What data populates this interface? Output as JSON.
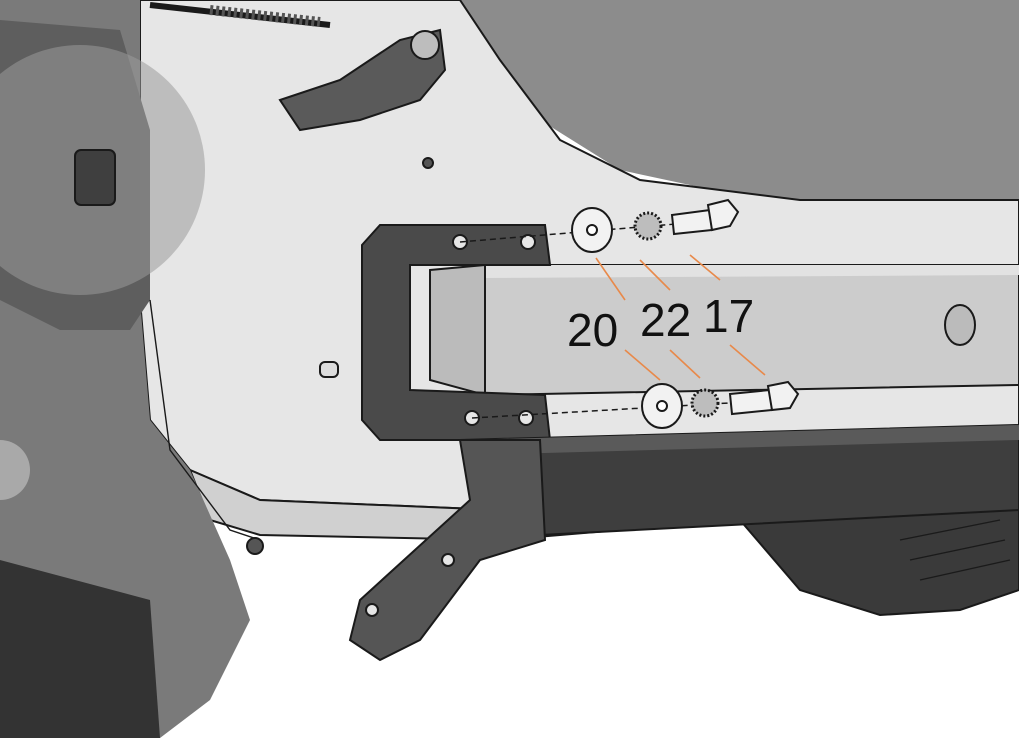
{
  "diagram": {
    "callouts": [
      {
        "id": "washer",
        "label": "20"
      },
      {
        "id": "lock-washer",
        "label": "22"
      },
      {
        "id": "bolt",
        "label": "17"
      }
    ],
    "colors": {
      "body_panel": "#e6e6e6",
      "bracket": "#4a4a4a",
      "hitch_bar": "#3e3e3e",
      "tire": "#3a3a3a",
      "shadow_bg": "#8c8c8c",
      "leader_line": "#e8894a",
      "background": "#ffffff"
    }
  }
}
